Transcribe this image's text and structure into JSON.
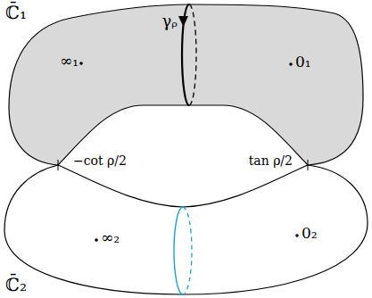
{
  "diagram": {
    "labels": [
      "ℂ̄₁",
      "∞₁",
      "0₁",
      "γᵨ",
      "−cot ρ/2",
      "tan ρ/2",
      "∞₂",
      "0₂",
      "ℂ̄₂"
    ]
  }
}
